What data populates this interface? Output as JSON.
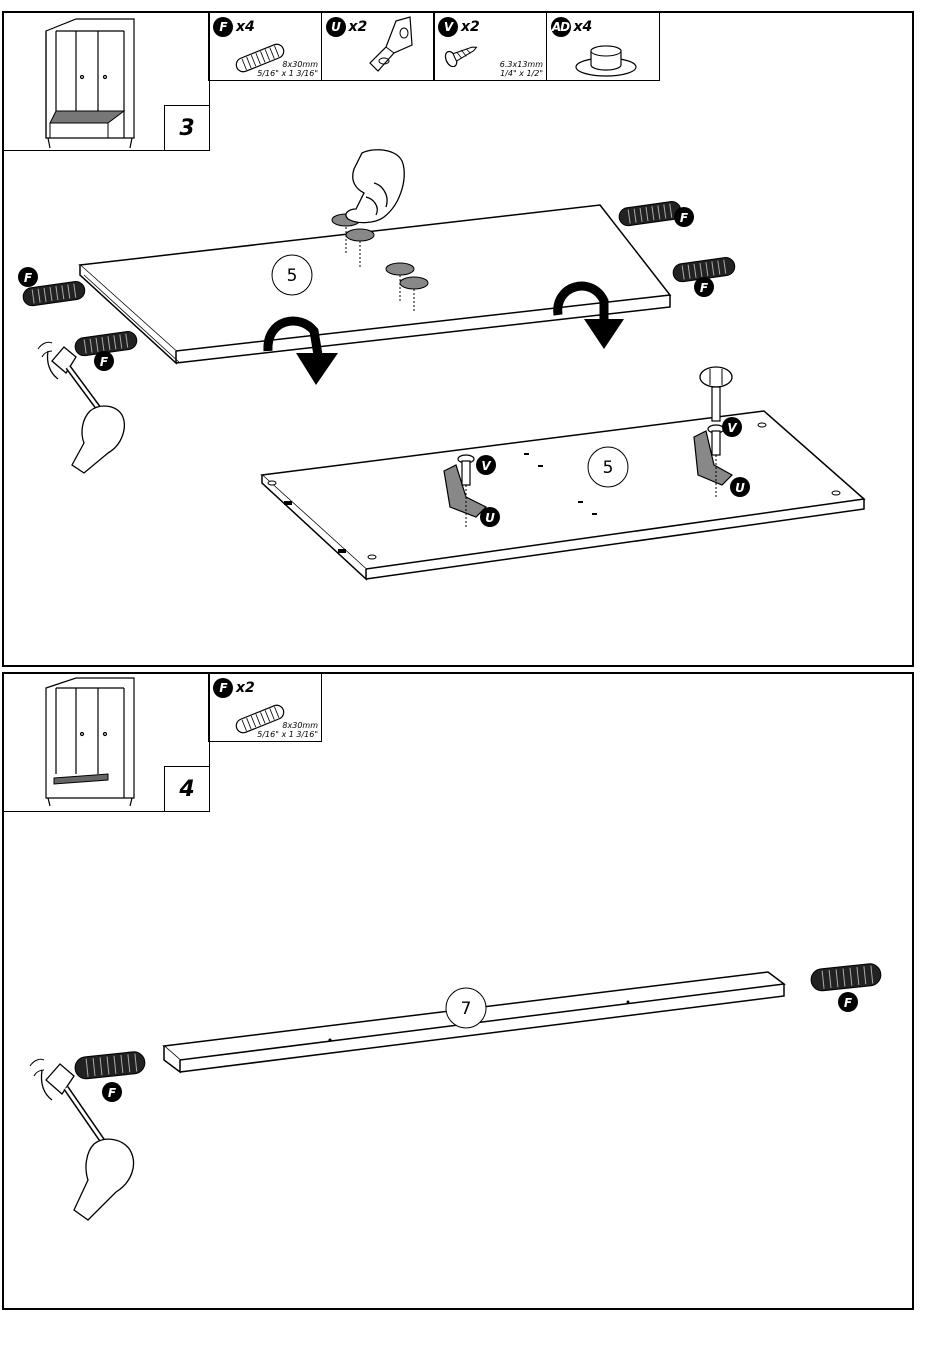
{
  "step3": {
    "number": "3",
    "parts": [
      {
        "letter": "F",
        "qty": "x4",
        "icon": "wooden-dowel-icon",
        "dim1": "8x30mm",
        "dim2": "5/16\" x 1  3/16\""
      },
      {
        "letter": "U",
        "qty": "x2",
        "icon": "l-bracket-icon",
        "dim1": "",
        "dim2": ""
      },
      {
        "letter": "V",
        "qty": "x2",
        "icon": "screw-icon",
        "dim1": "6.3x13mm",
        "dim2": "1/4\" x 1/2\""
      },
      {
        "letter": "AD",
        "qty": "x4",
        "icon": "furniture-glide-icon",
        "dim1": "",
        "dim2": ""
      }
    ],
    "panel_label_top": "5",
    "panel_label_bottom": "5",
    "callouts": {
      "dowel": "F",
      "bracket": "U",
      "screw": "V"
    }
  },
  "step4": {
    "number": "4",
    "parts": [
      {
        "letter": "F",
        "qty": "x2",
        "icon": "wooden-dowel-icon",
        "dim1": "8x30mm",
        "dim2": "5/16\" x 1  3/16\""
      }
    ],
    "rail_label": "7",
    "callouts": {
      "dowel": "F"
    }
  }
}
